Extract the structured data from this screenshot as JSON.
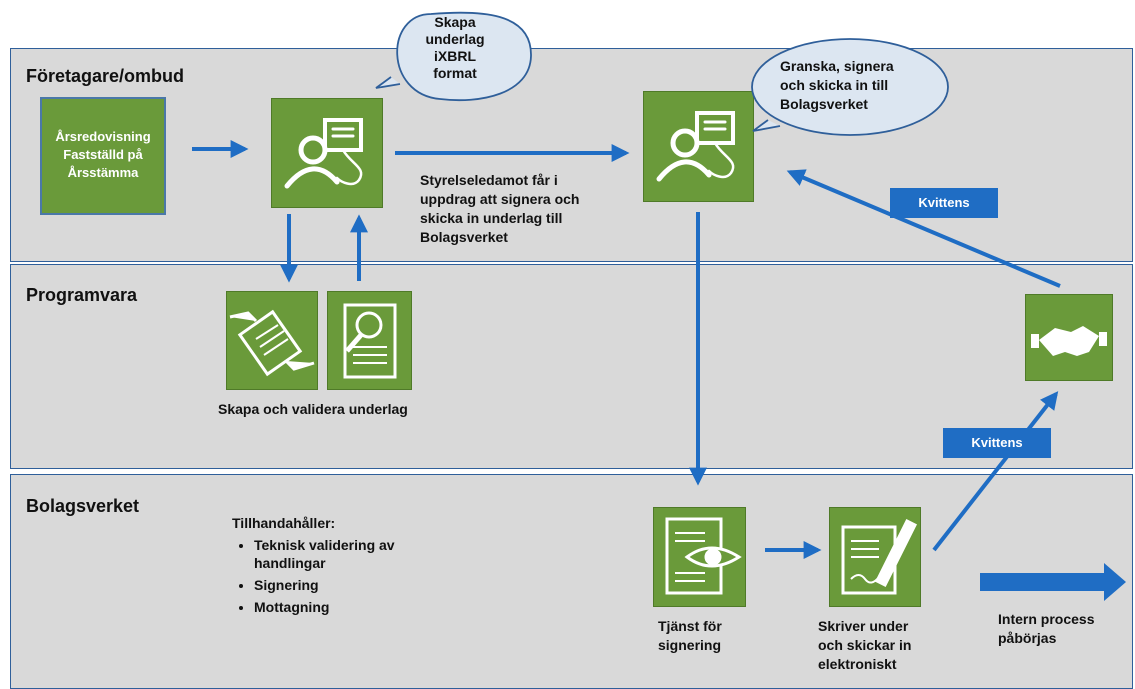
{
  "lanes": {
    "foretagare": "Företagare/ombud",
    "programvara": "Programvara",
    "bolagsverket": "Bolagsverket"
  },
  "start_box": {
    "line1": "Årsredovisning",
    "line2": "Fastställd på",
    "line3": "Årsstämma"
  },
  "bubble_create": {
    "line1": "Skapa",
    "line2": "underlag",
    "line3": "iXBRL",
    "line4": "format"
  },
  "bubble_review": {
    "line1": "Granska, signera",
    "line2": "och skicka in till",
    "line3": "Bolagsverket"
  },
  "board_text": {
    "line1": "Styrelseledamot får i",
    "line2": "uppdrag att signera och",
    "line3": "skicka in underlag till",
    "line4": "Bolagsverket"
  },
  "software_caption": "Skapa och validera underlag",
  "receipt_labels": [
    "Kvittens",
    "Kvittens"
  ],
  "provides": {
    "heading": "Tillhandahåller:",
    "items": [
      "Teknisk validering av handlingar",
      "Signering",
      "Mottagning"
    ]
  },
  "signing_service": {
    "line1": "Tjänst för",
    "line2": "signering"
  },
  "sign_send": {
    "line1": "Skriver under",
    "line2": "och skickar in",
    "line3": "elektroniskt"
  },
  "intern": {
    "line1": "Intern process",
    "line2": "påbörjas"
  },
  "colors": {
    "green": "#6a9a3a",
    "blue_arrow": "#1f6dc4",
    "lane_bg": "#d9d9d9",
    "lane_border": "#2f5f9a"
  },
  "icons": [
    "user-presenting-icon",
    "user-presenting-icon",
    "document-handover-icon",
    "document-search-icon",
    "handshake-icon",
    "document-eye-icon",
    "document-pen-icon"
  ]
}
